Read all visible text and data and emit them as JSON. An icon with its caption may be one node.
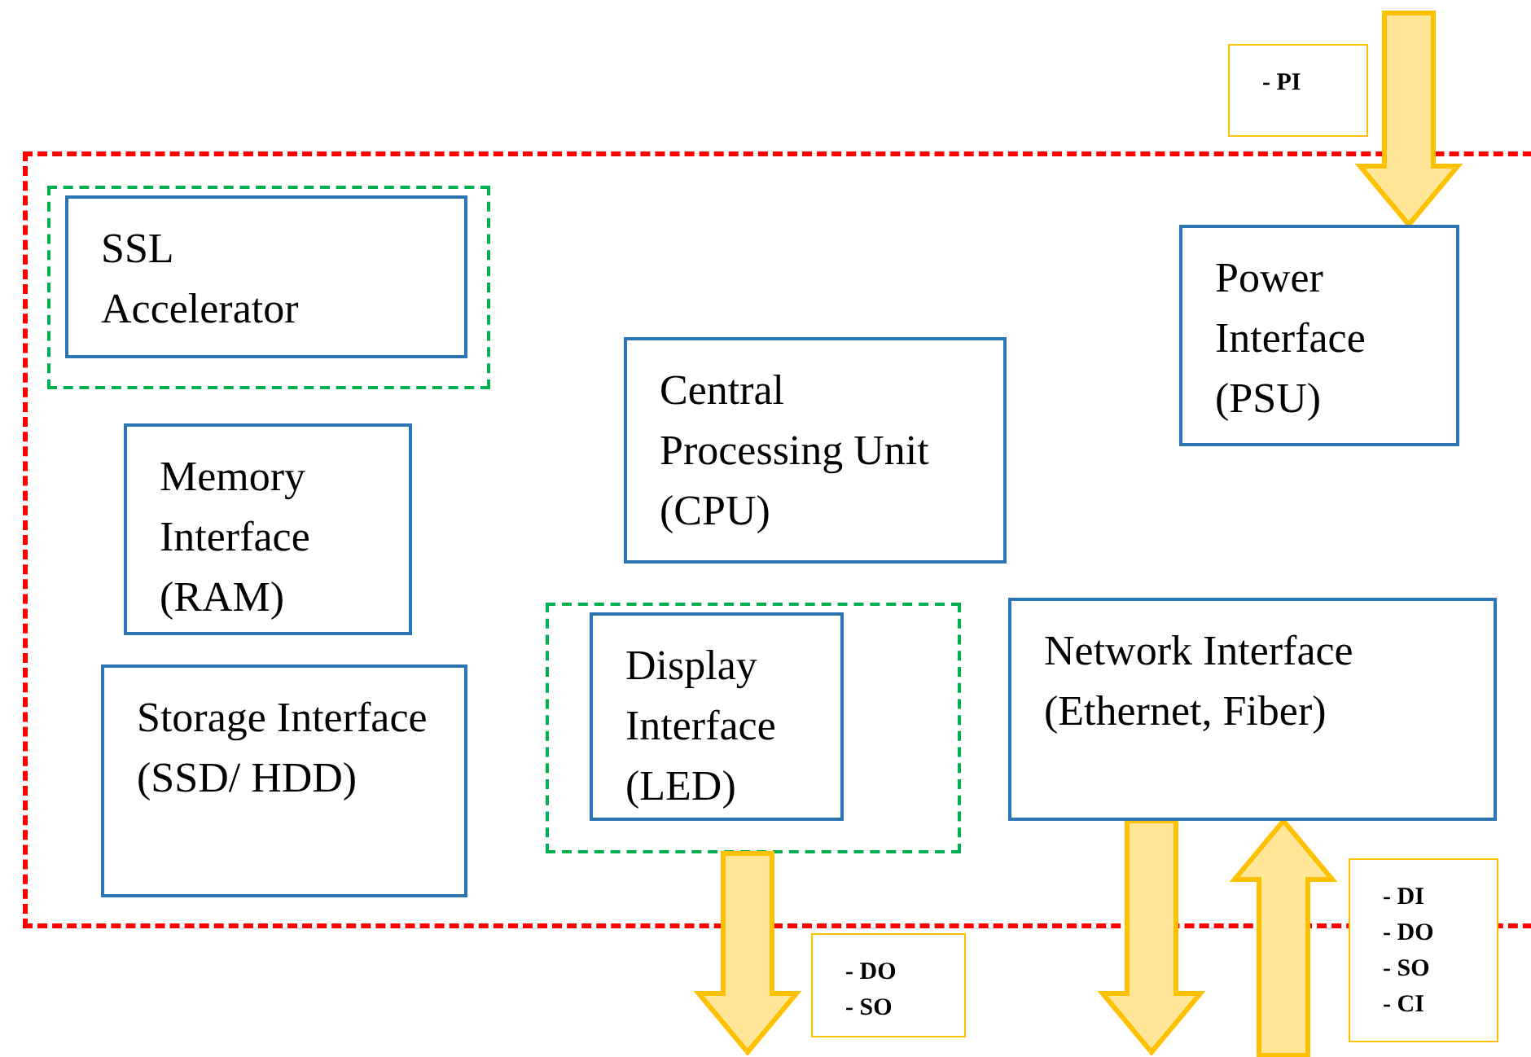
{
  "diagram": {
    "nodes": [
      {
        "text": [],
        "shape": "box"
      },
      {
        "text": [],
        "shape": "box",
        "in": 0
      },
      {
        "text": [
          "SSL Accelerator"
        ],
        "in": 1
      },
      {
        "text": [
          "Memory Interface (RAM)"
        ],
        "in": 0
      },
      {
        "text": [
          "Storage Interface (SSD/ HDD)"
        ],
        "in": 0
      },
      {
        "text": [
          "Central Processing Unit (CPU)"
        ],
        "in": 0
      },
      {
        "text": [],
        "shape": "box",
        "in": 0
      },
      {
        "text": [
          "Display Interface (LED)"
        ],
        "in": 6
      },
      {
        "text": [
          "Power Interface (PSU)"
        ],
        "in": 0
      },
      {
        "text": [
          "Network Interface (Ethernet, Fiber)"
        ],
        "in": 0
      },
      {
        "text": [
          "- PI"
        ]
      },
      {
        "text": [
          "- DO",
          "- SO"
        ]
      },
      {
        "text": [
          "- DI",
          "- DO",
          "- SO",
          "- CI"
        ]
      }
    ],
    "edges": [
      {
        "from": null,
        "to": 8,
        "arrow": "to",
        "style": "thick",
        "color": "#ffc000"
      },
      {
        "from": 6,
        "to": null,
        "arrow": "to",
        "style": "thick",
        "color": "#ffc000"
      },
      {
        "from": 9,
        "to": null,
        "arrow": "to",
        "style": "thick",
        "color": "#ffc000"
      },
      {
        "from": null,
        "to": 9,
        "arrow": "to",
        "style": "thick",
        "color": "#ffc000"
      }
    ]
  }
}
